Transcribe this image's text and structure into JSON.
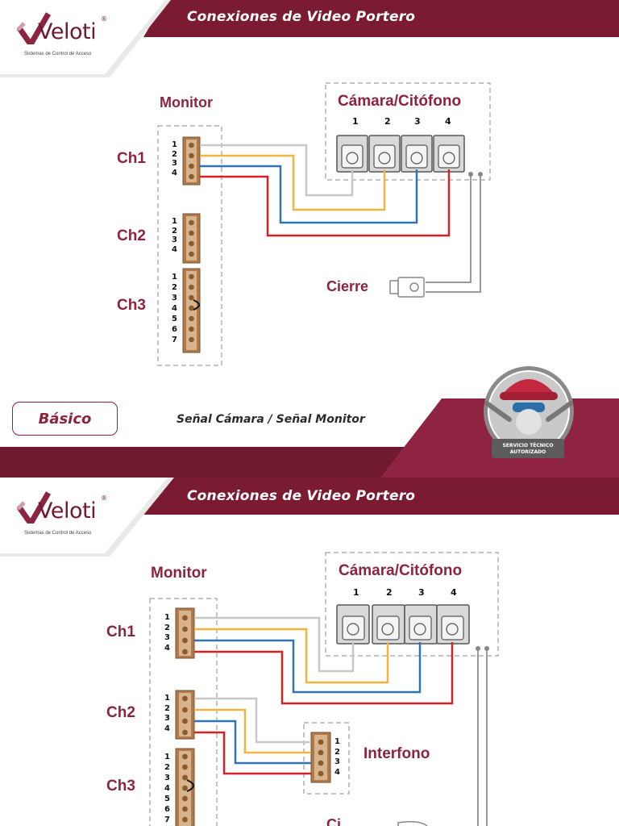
{
  "brand": {
    "name": "Veloti",
    "tagline": "Sistemas de Control de Acceso",
    "registered": "®",
    "color_primary": "#7a1b31",
    "color_accent": "#8c2340"
  },
  "slides": [
    {
      "header_title": "Conexiones de Video Portero",
      "monitor_label": "Monitor",
      "camera_label": "Cámara/Citófono",
      "camera_pins": [
        "1",
        "2",
        "3",
        "4"
      ],
      "channels": [
        {
          "label": "Ch1",
          "pins": "1\n2\n3\n4"
        },
        {
          "label": "Ch2",
          "pins": "1\n2\n3\n4"
        },
        {
          "label": "Ch3",
          "pins": "1\n2\n3\n4\n5\n6\n7"
        }
      ],
      "lock_label": "Cierre",
      "mode_button": "Básico",
      "signal_text": "Señal Cámara / Señal Monitor",
      "badge_line1": "SERVICIO TÉCNICO",
      "badge_line2": "AUTORIZADO"
    },
    {
      "header_title": "Conexiones de Video Portero",
      "monitor_label": "Monitor",
      "camera_label": "Cámara/Citófono",
      "camera_pins": [
        "1",
        "2",
        "3",
        "4"
      ],
      "channels": [
        {
          "label": "Ch1",
          "pins": "1\n2\n3\n4"
        },
        {
          "label": "Ch2",
          "pins": "1\n2\n3\n4"
        },
        {
          "label": "Ch3",
          "pins": "1\n2\n3\n4\n5\n6\n7"
        }
      ],
      "intercom_label": "Interfono",
      "intercom_pins": "1\n2\n3\n4",
      "lock_label_partial": "Ci"
    }
  ],
  "wire_colors": {
    "pin1": "#c8c8c8",
    "pin2": "#f0b53c",
    "pin3": "#2f73b8",
    "pin4": "#d42128"
  }
}
